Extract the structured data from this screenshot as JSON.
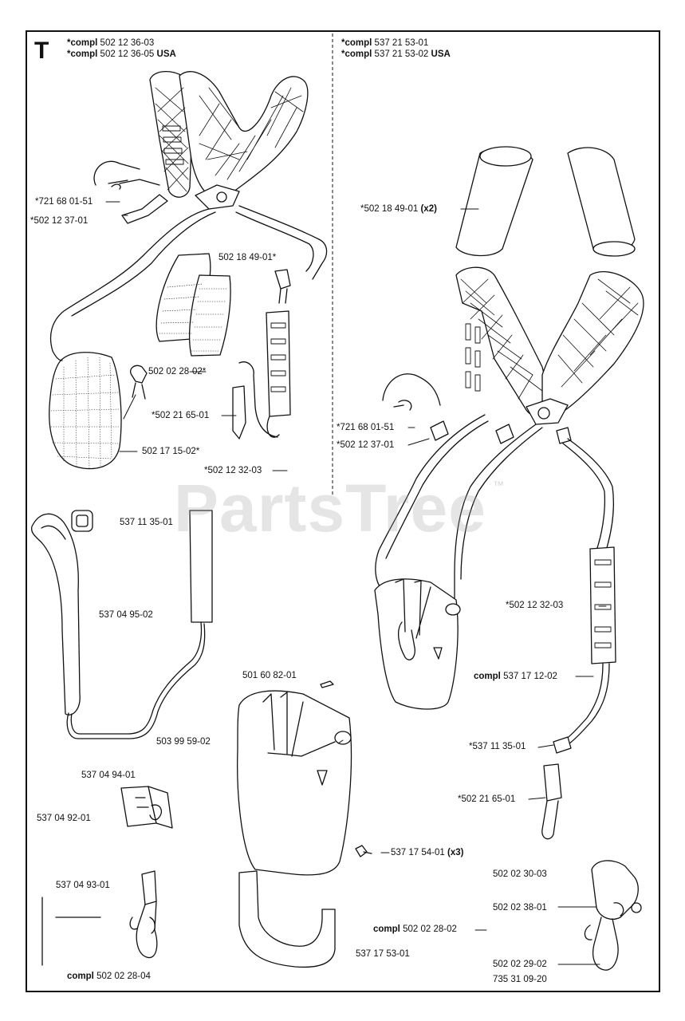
{
  "section": {
    "letter": "T"
  },
  "watermark": {
    "text": "PartsTree",
    "tm": "™"
  },
  "left_header": [
    {
      "prefix": "*compl",
      "number": "502 12 36-03",
      "suffix": ""
    },
    {
      "prefix": "*compl",
      "number": "502 12 36-05",
      "suffix": "USA"
    }
  ],
  "right_header": [
    {
      "prefix": "*compl",
      "number": "537 21 53-01",
      "suffix": ""
    },
    {
      "prefix": "*compl",
      "number": "537 21 53-02",
      "suffix": "USA"
    }
  ],
  "parts": {
    "p1": "*721 68 01-51",
    "p2": "*502 12 37-01",
    "p3": "502 18 49-01*",
    "p4": "502 02 28-02*",
    "p5": "*502 21 65-01",
    "p6": "502 17 15-02*",
    "p7": "*502 12 32-03",
    "p8": "537 11 35-01",
    "p9": "537 04 95-02",
    "p10": "503 99 59-02",
    "p11": "537 04 94-01",
    "p12": "537 04 92-01",
    "p13": "537 04 93-01",
    "p14_prefix": "compl",
    "p14": "502 02 28-04",
    "p15": "501 60 82-01",
    "p16": "537 17 54-01",
    "p16_qty": "(x3)",
    "p17_prefix": "compl",
    "p17": "502 02 28-02",
    "p18": "537 17 53-01",
    "r1": "*502 18 49-01",
    "r1_qty": "(x2)",
    "r2": "*721 68 01-51",
    "r3": "*502 12 37-01",
    "r4": "*502 12 32-03",
    "r5_prefix": "compl",
    "r5": "537 17 12-02",
    "r6": "*537 11 35-01",
    "r7": "*502 21 65-01",
    "r8": "502 02 30-03",
    "r9": "502 02 38-01",
    "r10": "502 02 29-02",
    "r11": "735 31 09-20"
  }
}
